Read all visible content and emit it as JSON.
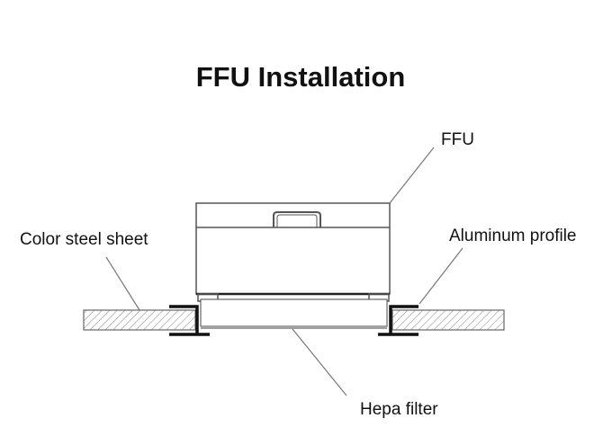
{
  "title": "FFU Installation",
  "labels": {
    "ffu": "FFU",
    "color_steel_sheet": "Color steel sheet",
    "aluminum_profile": "Aluminum profile",
    "hepa_filter": "Hepa filter"
  },
  "colors": {
    "line": "#555555",
    "profile": "#111111",
    "text": "#111111"
  }
}
